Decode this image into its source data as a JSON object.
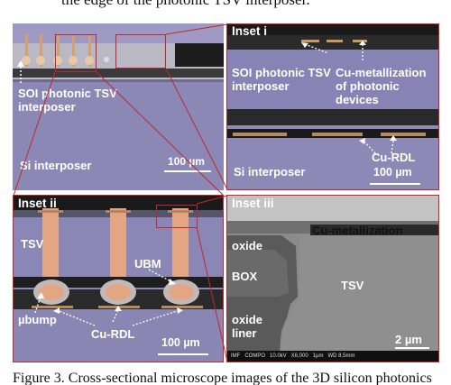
{
  "top_fragment": "the edge of the photonic TSV interposer.",
  "panel_main": {
    "label_top": "SOI photonic TSV interposer",
    "label_si": "Si interposer",
    "scale": "100 µm"
  },
  "inset_i": {
    "title": "Inset i",
    "label_soi": "SOI photonic TSV interposer",
    "label_cu_met": "Cu-metallization of photonic devices",
    "label_si": "Si interposer",
    "label_rdl": "Cu-RDL",
    "scale": "100 µm"
  },
  "inset_ii": {
    "title": "Inset ii",
    "label_tsv": "TSV",
    "label_ubm": "UBM",
    "label_bump": "µbump",
    "label_rdl": "Cu-RDL",
    "scale": "100 µm"
  },
  "inset_iii": {
    "title": "Inset iii",
    "label_cu": "Cu-metallization",
    "label_oxide": "oxide",
    "label_box": "BOX",
    "label_tsv": "TSV",
    "label_liner_1": "oxide",
    "label_liner_2": "liner",
    "scale": "2 µm",
    "footer": "IMF   COMPO   10.0kV   X6,000   1µm   WD 8.5mm"
  },
  "caption": "Figure 3.   Cross-sectional microscope images of the 3D silicon photonics",
  "colors": {
    "frame_red": "#c0282b",
    "copper": "#e3a27f",
    "purple_bg": "#8a86b4",
    "sem_gray": "#8c8c8c"
  }
}
